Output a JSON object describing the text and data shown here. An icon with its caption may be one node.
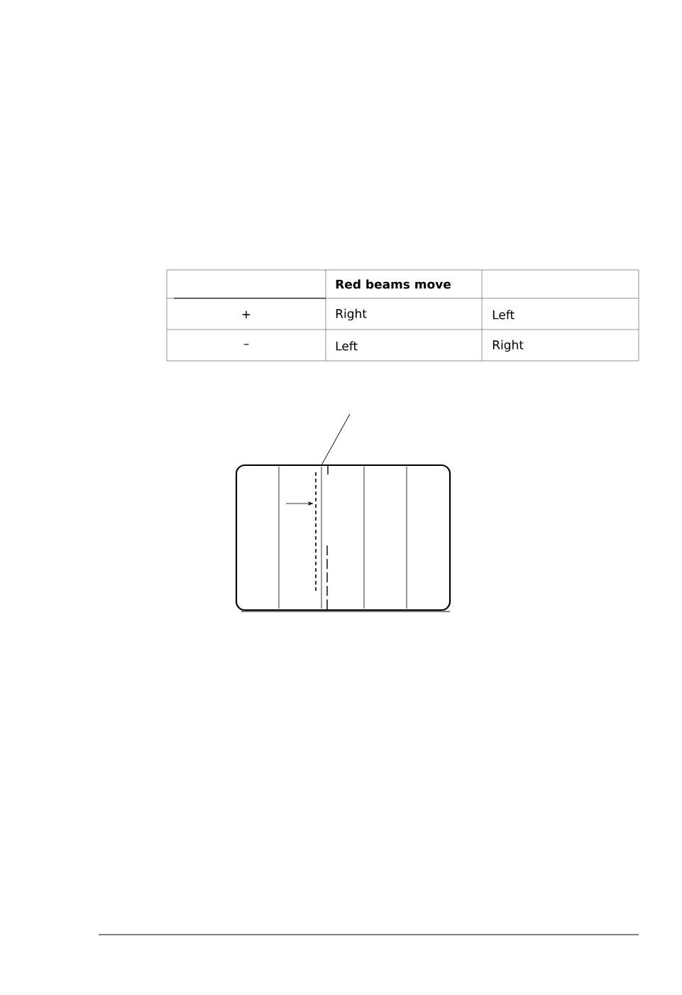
{
  "diagram": {
    "labels": [
      "Red beams move",
      "+",
      "Right",
      "Left",
      "–",
      "Left",
      "Right"
    ]
  }
}
